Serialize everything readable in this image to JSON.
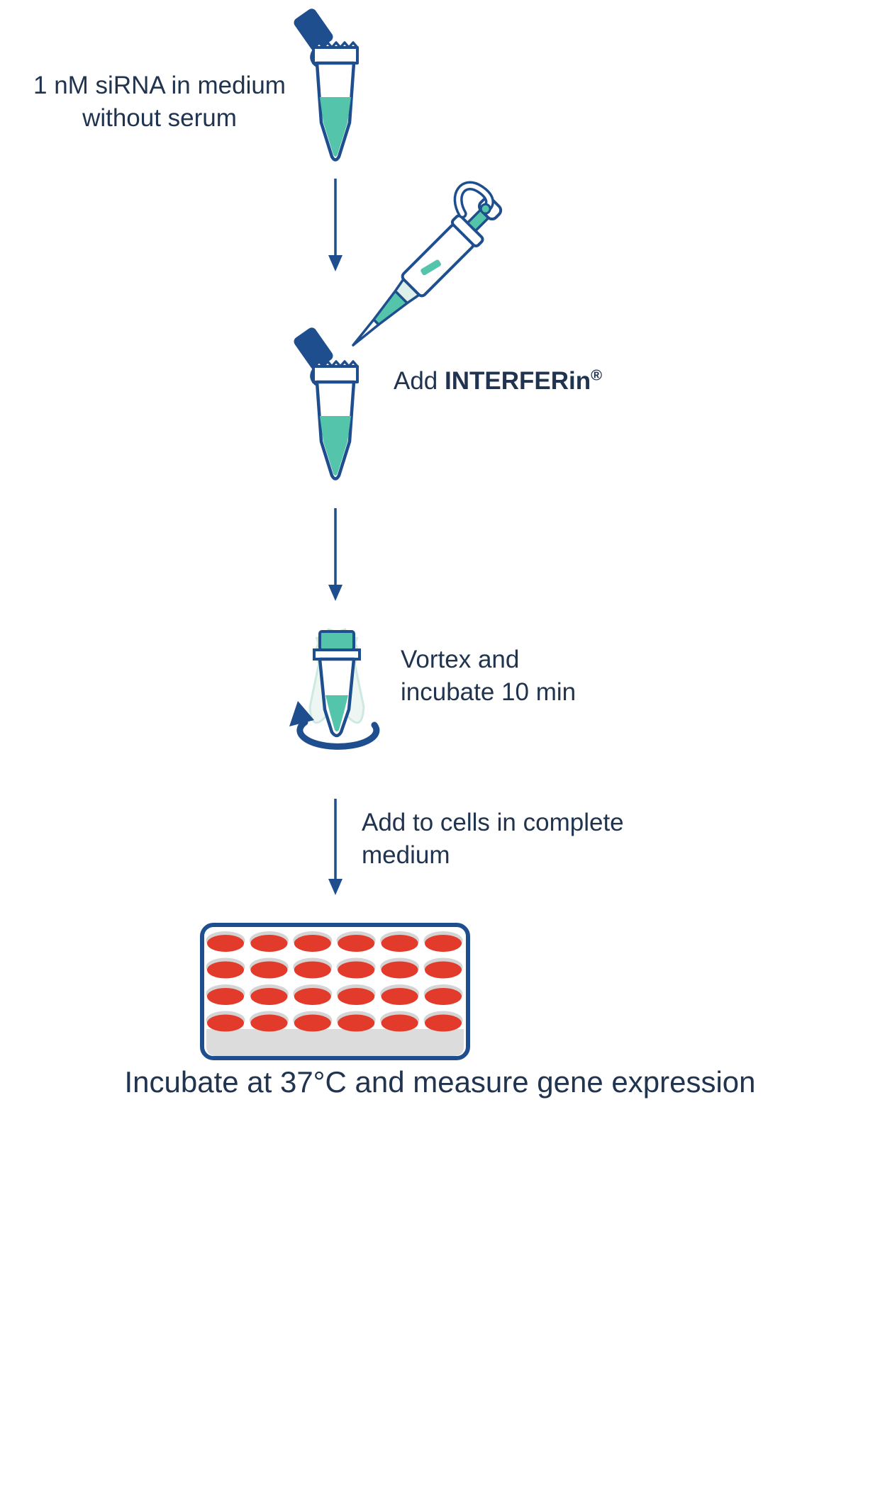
{
  "labels": {
    "step1_line1": "1 nM siRNA in medium",
    "step1_line2": "without serum",
    "step2_prefix": "Add ",
    "step2_product": "INTERFERin",
    "step2_reg": "®",
    "step3_line1": "Vortex and",
    "step3_line2": "incubate 10 min",
    "step4_line1": "Add to cells in complete",
    "step4_line2": "medium",
    "caption": "Incubate at 37°C and measure gene expression"
  },
  "plate": {
    "rows": 4,
    "cols": 6
  },
  "colors": {
    "outline": "#1f4e8f",
    "cap_blue": "#1f4e8f",
    "teal": "#54c4ab",
    "teal_light": "#dcefe9",
    "arrow": "#1f4e8f",
    "text": "#20334f",
    "well_red": "#e23b2c",
    "well_shadow": "#d4d4d4",
    "plate_base": "#dcdcdc"
  }
}
